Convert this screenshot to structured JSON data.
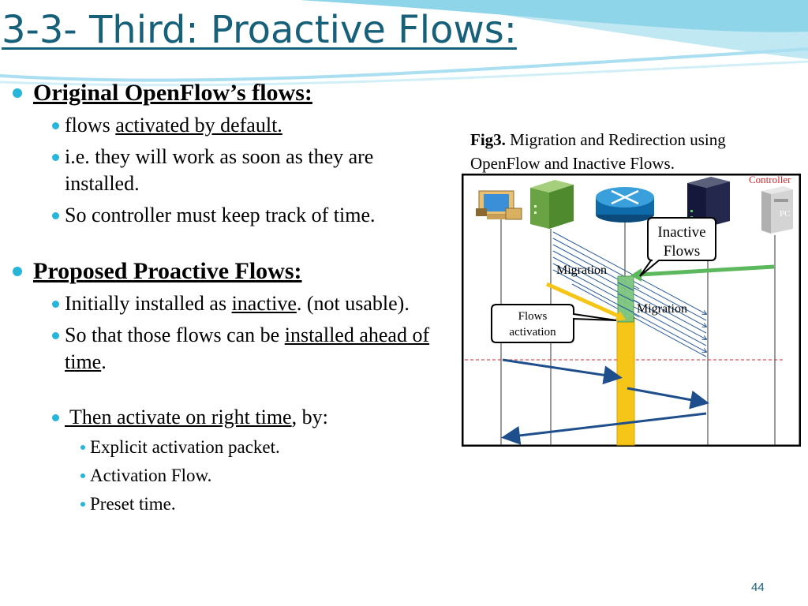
{
  "slide": {
    "title": "3-3- Third: Proactive Flows:",
    "page_number": "44"
  },
  "bullets": {
    "original_heading": "Original OpenFlow’s flows:",
    "orig_1_pre": "flows ",
    "orig_1_u": "activated by default.",
    "orig_2": "i.e. they will work as soon as they are installed.",
    "orig_3": "So controller must keep track of time.",
    "proposed_heading": "Proposed Proactive Flows:",
    "prop_1_pre": "Initially installed as ",
    "prop_1_u": "inactive",
    "prop_1_post": ". (not usable).",
    "prop_2_pre": "So that those flows can be ",
    "prop_2_u": "installed ahead of time",
    "prop_2_post": ".",
    "prop_3_u": " Then activate on right time",
    "prop_3_post": ", by:",
    "sub_1": "Explicit activation packet.",
    "sub_2": "Activation Flow.",
    "sub_3": "Preset time."
  },
  "figure": {
    "caption_bold": "Fig3.",
    "caption_text": " Migration and Redirection using OpenFlow and Inactive Flows.",
    "controller_label": "Controller",
    "pc_label": "PC",
    "inactive_flows_line1": "Inactive",
    "inactive_flows_line2": "Flows",
    "flows_activation_line1": "Flows",
    "flows_activation_line2": "activation",
    "migration_label_1": "Migration",
    "migration_label_2": "Migration"
  },
  "colors": {
    "title": "#17607a",
    "bullet": "#27b5d8",
    "controller_red": "#d8262c",
    "activation_yellow": "#f5c518",
    "migration_green": "#5cb85c",
    "arrow_blue": "#1f4e8c"
  }
}
